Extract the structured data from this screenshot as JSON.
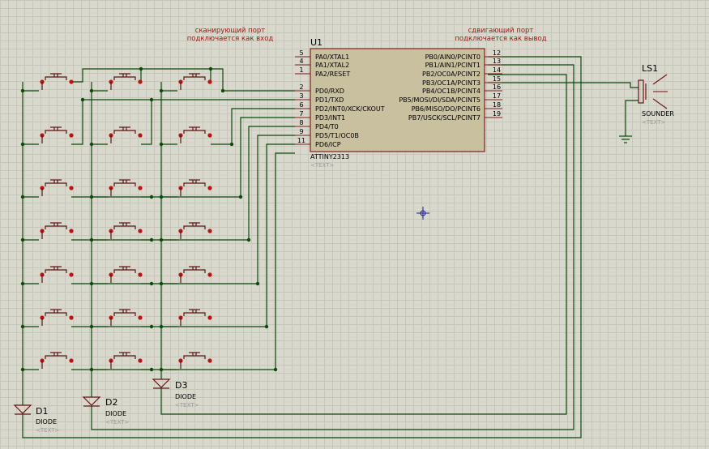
{
  "notes": {
    "scan_port": [
      "сканирующий порт",
      "подключается как вход"
    ],
    "shift_port": [
      "сдвигающий порт",
      "подключается как вывод"
    ]
  },
  "mcu": {
    "ref": "U1",
    "part": "ATTINY2313",
    "text_placeholder": "<TEXT>",
    "left_pins": [
      {
        "num": "5",
        "label": "PA0/XTAL1"
      },
      {
        "num": "4",
        "label": "PA1/XTAL2"
      },
      {
        "num": "1",
        "label": "PA2/RESET"
      },
      {
        "num": "2",
        "label": "PD0/RXD"
      },
      {
        "num": "3",
        "label": "PD1/TXD"
      },
      {
        "num": "6",
        "label": "PD2/INT0/XCK/CKOUT"
      },
      {
        "num": "7",
        "label": "PD3/INT1"
      },
      {
        "num": "8",
        "label": "PD4/T0"
      },
      {
        "num": "9",
        "label": "PD5/T1/OC0B"
      },
      {
        "num": "11",
        "label": "PD6/ICP"
      }
    ],
    "right_pins": [
      {
        "num": "12",
        "label": "PB0/AIN0/PCINT0"
      },
      {
        "num": "13",
        "label": "PB1/AIN1/PCINT1"
      },
      {
        "num": "14",
        "label": "PB2/OC0A/PCINT2"
      },
      {
        "num": "15",
        "label": "PB3/OC1A/PCINT3"
      },
      {
        "num": "16",
        "label": "PB4/OC1B/PCINT4"
      },
      {
        "num": "17",
        "label": "PB5/MOSI/DI/SDA/PCINT5"
      },
      {
        "num": "18",
        "label": "PB6/MISO/DO/PCINT6"
      },
      {
        "num": "19",
        "label": "PB7/USCK/SCL/PCINT7"
      }
    ]
  },
  "sounder": {
    "ref": "LS1",
    "value": "SOUNDER",
    "text_placeholder": "<TEXT>"
  },
  "diodes": [
    {
      "ref": "D1",
      "value": "DIODE",
      "text_placeholder": "<TEXT>"
    },
    {
      "ref": "D2",
      "value": "DIODE",
      "text_placeholder": "<TEXT>"
    },
    {
      "ref": "D3",
      "value": "DIODE",
      "text_placeholder": "<TEXT>"
    }
  ],
  "keypad": {
    "rows": 7,
    "cols": 3
  }
}
